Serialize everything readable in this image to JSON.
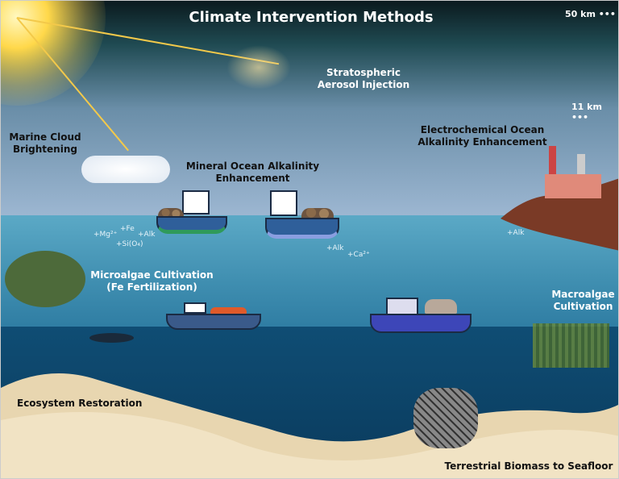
{
  "title": "Climate Intervention Methods",
  "altitude_markers": [
    "50 km",
    "11 km"
  ],
  "methods": {
    "stratospheric": "Stratospheric Aerosol Injection",
    "marine_cloud": "Marine Cloud Brightening",
    "mineral_oae": "Mineral Ocean Alkalinity Enhancement",
    "electrochemical_oae": "Electrochemical Ocean Alkalinity Enhancement",
    "microalgae": "Microalgae Cultivation (Fe Fertilization)",
    "macroalgae": "Macroalgae Cultivation",
    "ecosystem": "Ecosystem Restoration",
    "biomass": "Terrestrial Biomass to Seafloor"
  },
  "ions": {
    "left": [
      "+Mg²⁺",
      "+Fe",
      "+Alk",
      "+Si(O₄)"
    ],
    "right": [
      "+Alk",
      "+Ca²⁺"
    ],
    "electrochemical": "+Alk"
  }
}
